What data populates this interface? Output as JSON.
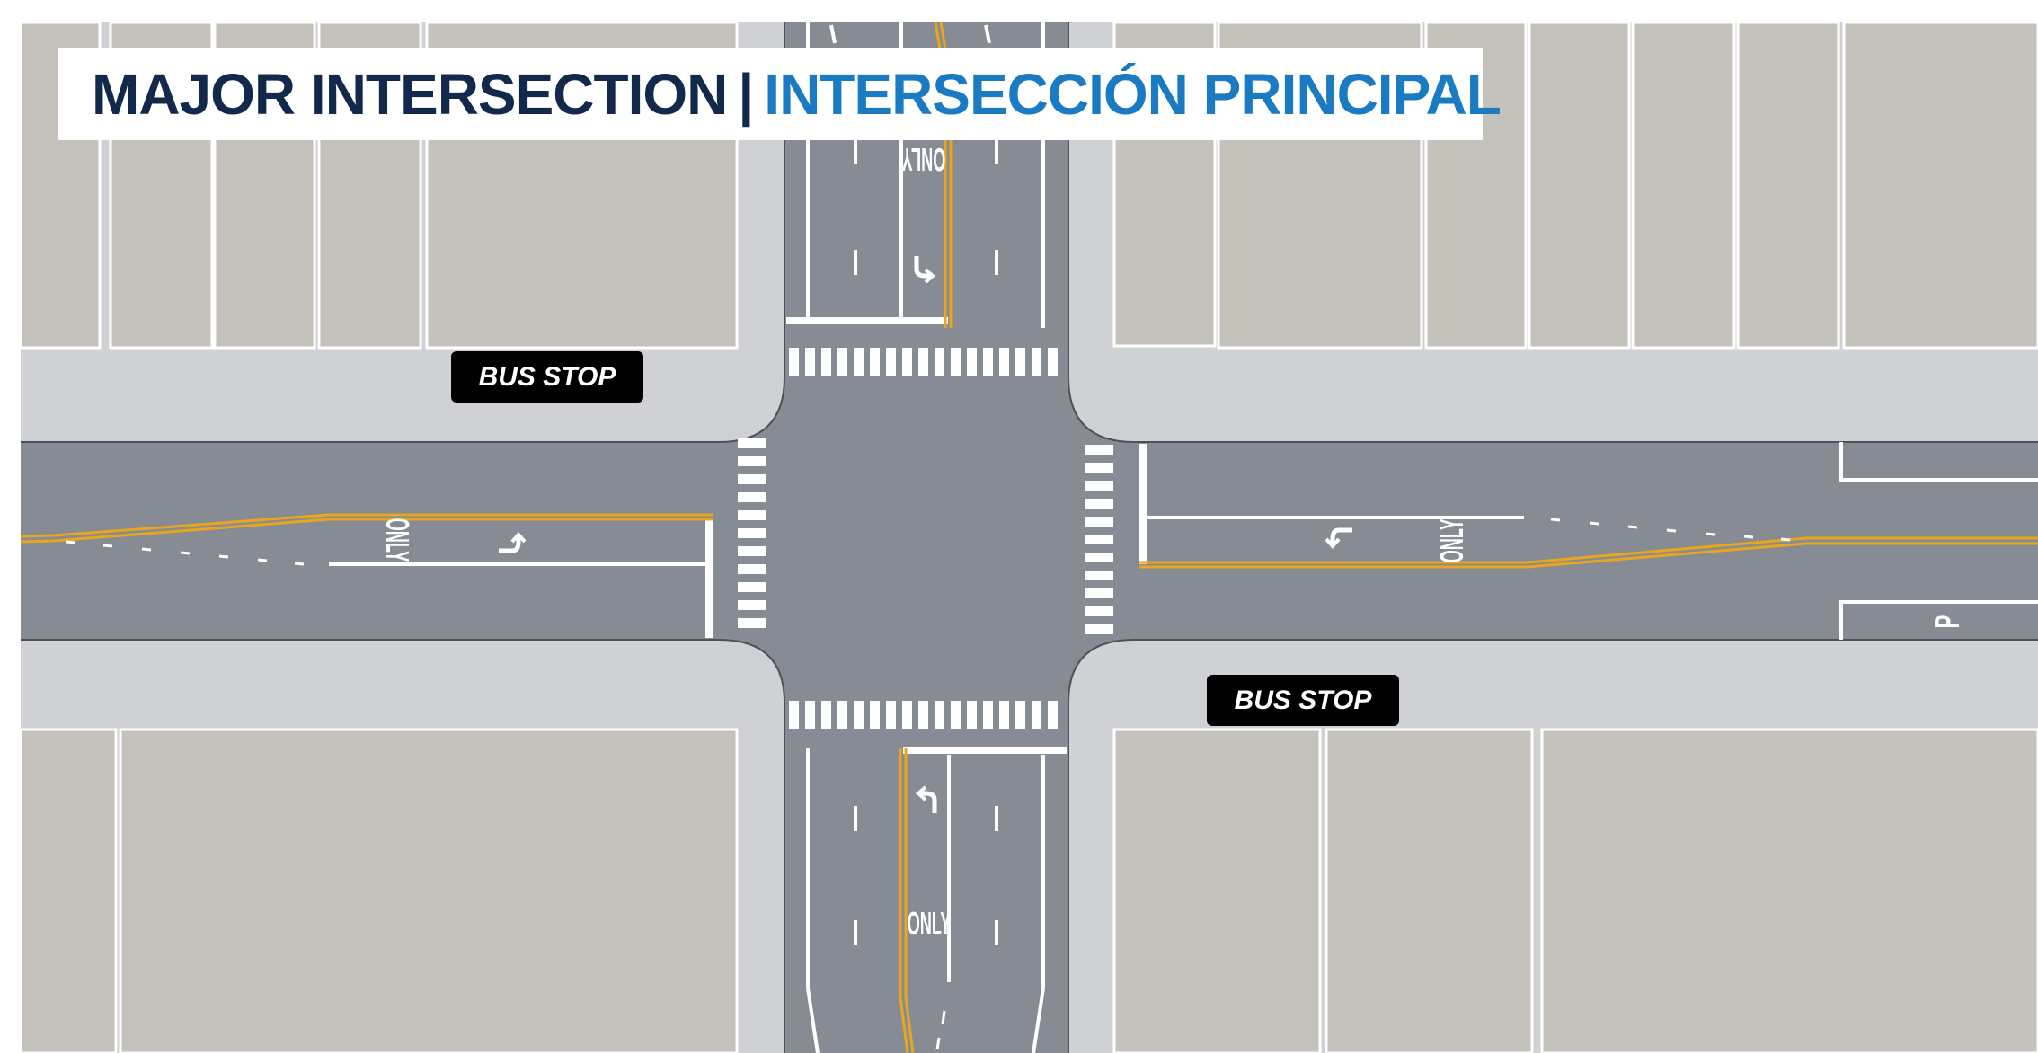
{
  "title": {
    "english": "MAJOR INTERSECTION",
    "separator": "|",
    "spanish": "INTERSECCIÓN PRINCIPAL"
  },
  "bus_stops": {
    "northwest": "BUS STOP",
    "southeast": "BUS STOP"
  },
  "pavement_markings": {
    "only": "ONLY",
    "parking": "P"
  },
  "colors": {
    "background": "#ffffff",
    "lot": "#c5c2bb",
    "sidewalk": "#d0d1d5",
    "road": "#878c94",
    "lane_white": "#ffffff",
    "lane_yellow": "#e9a61c",
    "title_dark": "#13294b",
    "title_blue": "#1a7bc2",
    "sign_black": "#000000"
  }
}
